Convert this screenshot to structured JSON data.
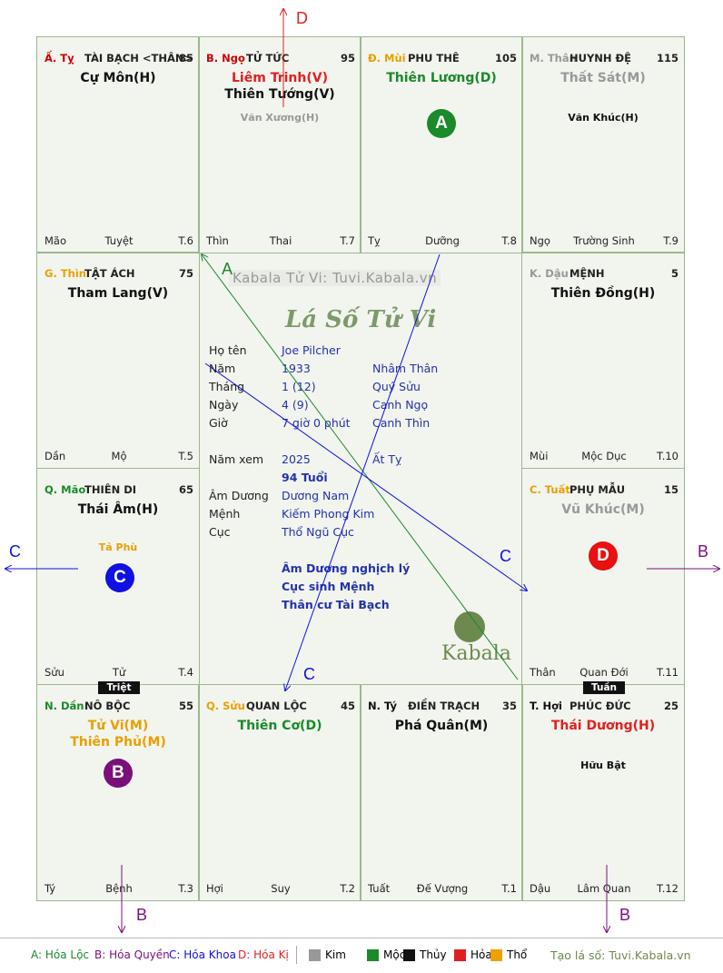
{
  "palaces": [
    {
      "id": "ty",
      "can": "Ấ. Tỵ",
      "can_color": "#cc0000",
      "cung": "TÀI BẠCH <THÂN>",
      "num": "85",
      "main": [
        {
          "text": "Cự Môn(H)",
          "color": "#111"
        }
      ],
      "minor": [],
      "foot": {
        "l": "Mão",
        "m": "Tuyệt",
        "r": "T.6"
      }
    },
    {
      "id": "ngo",
      "can": "B. Ngọ",
      "can_color": "#cc0000",
      "cung": "TỬ TỨC",
      "num": "95",
      "main": [
        {
          "text": "Liêm Trinh(V)",
          "color": "#e02020"
        },
        {
          "text": "Thiên Tướng(V)",
          "color": "#111"
        }
      ],
      "minor": [
        {
          "text": "Văn Xương(H)",
          "color": "#999"
        }
      ],
      "foot": {
        "l": "Thìn",
        "m": "Thai",
        "r": "T.7"
      }
    },
    {
      "id": "mui",
      "can": "Đ. Mùi",
      "can_color": "#e8a000",
      "cung": "PHU THÊ",
      "num": "105",
      "main": [
        {
          "text": "Thiên Lương(D)",
          "color": "#1a8a2a"
        }
      ],
      "minor": [],
      "foot": {
        "l": "Tỵ",
        "m": "Dưỡng",
        "r": "T.8"
      }
    },
    {
      "id": "than",
      "can": "M. Thân",
      "can_color": "#999",
      "cung": "HUYNH ĐỆ",
      "num": "115",
      "main": [
        {
          "text": "Thất Sát(M)",
          "color": "#999"
        }
      ],
      "minor": [
        {
          "text": "Văn Khúc(H)",
          "color": "#111"
        }
      ],
      "foot": {
        "l": "Ngọ",
        "m": "Trường Sinh",
        "r": "T.9"
      }
    },
    {
      "id": "thin",
      "can": "G. Thìn",
      "can_color": "#e8a000",
      "cung": "TẬT ÁCH",
      "num": "75",
      "main": [
        {
          "text": "Tham Lang(V)",
          "color": "#111"
        }
      ],
      "minor": [],
      "foot": {
        "l": "Dần",
        "m": "Mộ",
        "r": "T.5"
      }
    },
    {
      "id": "dau",
      "can": "K. Dậu",
      "can_color": "#999",
      "cung": "MỆNH",
      "num": "5",
      "main": [
        {
          "text": "Thiên Đồng(H)",
          "color": "#111"
        }
      ],
      "minor": [],
      "foot": {
        "l": "Mùi",
        "m": "Mộc Dục",
        "r": "T.10"
      }
    },
    {
      "id": "mao",
      "can": "Q. Mão",
      "can_color": "#1a8a2a",
      "cung": "THIÊN DI",
      "num": "65",
      "main": [
        {
          "text": "Thái Âm(H)",
          "color": "#111"
        }
      ],
      "minor": [
        {
          "text": "Tả Phù",
          "color": "#e8a000"
        }
      ],
      "foot": {
        "l": "Sửu",
        "m": "Tử",
        "r": "T.4"
      }
    },
    {
      "id": "tuat",
      "can": "C. Tuất",
      "can_color": "#e8a000",
      "cung": "PHỤ MẪU",
      "num": "15",
      "main": [
        {
          "text": "Vũ Khúc(M)",
          "color": "#999"
        }
      ],
      "minor": [],
      "foot": {
        "l": "Thân",
        "m": "Quan Đới",
        "r": "T.11"
      }
    },
    {
      "id": "dan",
      "can": "N. Dần",
      "can_color": "#1a8a2a",
      "cung": "NÔ BỘC",
      "num": "55",
      "main": [
        {
          "text": "Tử Vi(M)",
          "color": "#e8a000"
        },
        {
          "text": "Thiên Phủ(M)",
          "color": "#e8a000"
        }
      ],
      "minor": [],
      "foot": {
        "l": "Tý",
        "m": "Bệnh",
        "r": "T.3"
      }
    },
    {
      "id": "suu",
      "can": "Q. Sửu",
      "can_color": "#e8a000",
      "cung": "QUAN LỘC",
      "num": "45",
      "main": [
        {
          "text": "Thiên Cơ(D)",
          "color": "#1a8a2a"
        }
      ],
      "minor": [],
      "foot": {
        "l": "Hợi",
        "m": "Suy",
        "r": "T.2"
      }
    },
    {
      "id": "tyz",
      "can": "N. Tý",
      "can_color": "#111",
      "cung": "ĐIỀN TRẠCH",
      "num": "35",
      "main": [
        {
          "text": "Phá Quân(M)",
          "color": "#111"
        }
      ],
      "minor": [],
      "foot": {
        "l": "Tuất",
        "m": "Đế Vượng",
        "r": "T.1"
      }
    },
    {
      "id": "hoi",
      "can": "T. Hợi",
      "can_color": "#111",
      "cung": "PHÚC ĐỨC",
      "num": "25",
      "main": [
        {
          "text": "Thái Dương(H)",
          "color": "#e02020"
        }
      ],
      "minor": [
        {
          "text": "Hữu Bật",
          "color": "#111"
        }
      ],
      "foot": {
        "l": "Dậu",
        "m": "Lâm Quan",
        "r": "T.12"
      }
    }
  ],
  "tags": {
    "triet": "Triệt",
    "tuan": "Tuần"
  },
  "badges": {
    "a": "A",
    "b": "B",
    "c": "C",
    "d": "D"
  },
  "arrow_labels": {
    "a": "A",
    "b": "B",
    "c": "C",
    "d": "D"
  },
  "center": {
    "watermark": "Kabala Tử Vi: Tuvi.Kabala.vn",
    "title": "Lá Số Tử Vi",
    "rows": [
      {
        "label": "Họ tên",
        "v1": "Joe Pilcher",
        "v2": ""
      },
      {
        "label": "Năm",
        "v1": "1933",
        "v2": "Nhâm Thân"
      },
      {
        "label": "Tháng",
        "v1": "1  (12)",
        "v2": "Quý Sửu"
      },
      {
        "label": "Ngày",
        "v1": "4  (9)",
        "v2": "Canh Ngọ"
      },
      {
        "label": "Giờ",
        "v1": "7 giờ 0 phút",
        "v2": "Canh Thìn"
      }
    ],
    "namxem": {
      "label": "Năm xem",
      "v1": "2025",
      "v2": "Ất Tỵ",
      "age": "94 Tuổi"
    },
    "rows2": [
      {
        "label": "Âm Dương",
        "v1": "Dương Nam"
      },
      {
        "label": "Mệnh",
        "v1": "Kiếm Phong Kim"
      },
      {
        "label": "Cục",
        "v1": "Thổ Ngũ Cục"
      }
    ],
    "notes": [
      "Âm Dương nghịch lý",
      "Cục sinh Mệnh",
      "Thân cư Tài Bạch"
    ],
    "brand": "Kabala"
  },
  "legend": {
    "a": "A: Hóa Lộc",
    "b": "B: Hóa Quyền",
    "c": "C: Hóa Khoa",
    "d": "D: Hóa Kị",
    "elements": [
      {
        "name": "Kim",
        "color": "#999999"
      },
      {
        "name": "Mộc",
        "color": "#1a8a2a"
      },
      {
        "name": "Thủy",
        "color": "#111111"
      },
      {
        "name": "Hỏa",
        "color": "#e02020"
      },
      {
        "name": "Thổ",
        "color": "#f0a000"
      }
    ],
    "site": "Tạo lá số: Tuvi.Kabala.vn"
  }
}
